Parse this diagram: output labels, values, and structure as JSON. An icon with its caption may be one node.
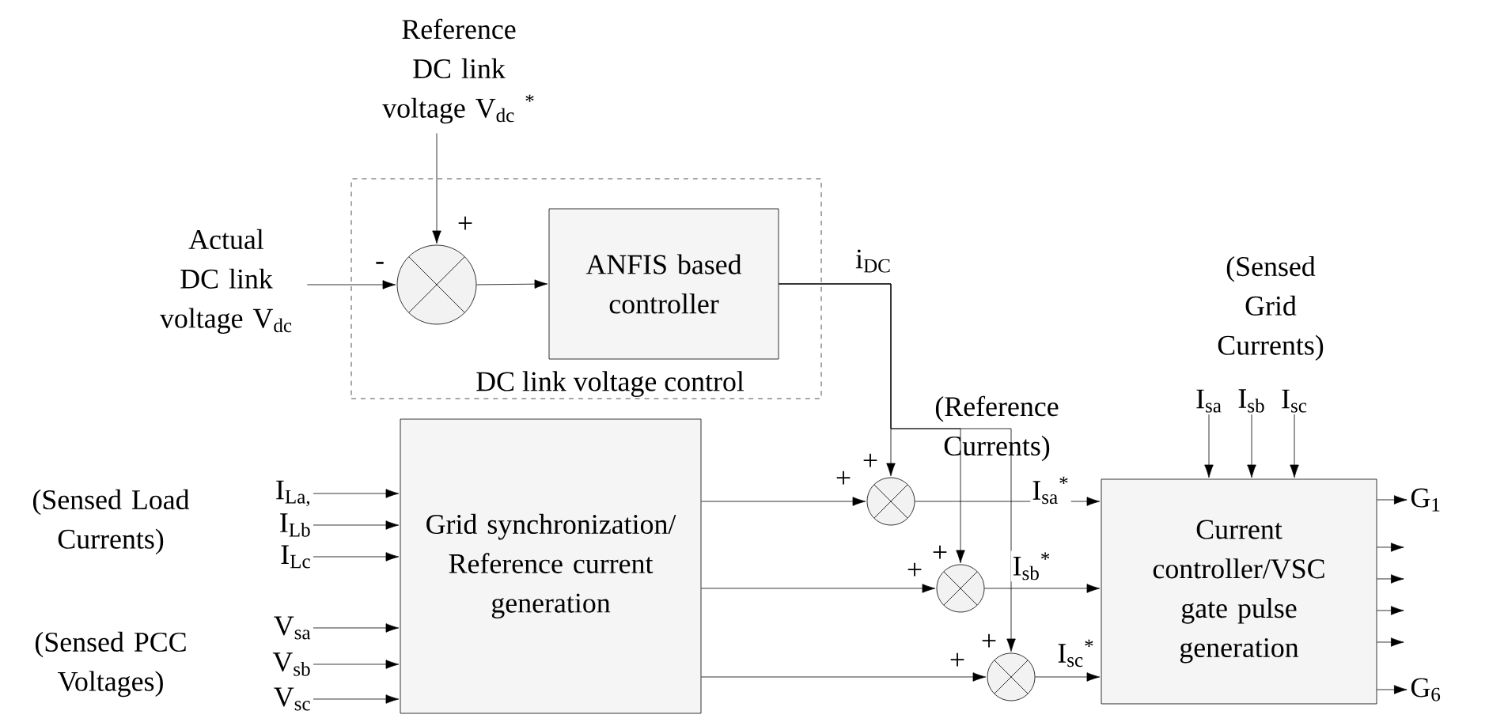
{
  "diagram": {
    "nodes": [
      {
        "text": [
          "Reference DC link voltage V$_{dc}$ $^{*}$"
        ]
      },
      {
        "text": [
          "DC link voltage control"
        ]
      },
      {
        "text": [],
        "shape": "circle",
        "in": 1
      },
      {
        "text": [
          "ANFIS based controller"
        ],
        "in": 1
      },
      {
        "text": [
          "Actual DC link voltage V$_{dc}$"
        ]
      },
      {
        "text": [
          "I$_{sa}$"
        ]
      },
      {
        "text": [
          "I$_{sb}$"
        ]
      },
      {
        "text": [
          "I$_{sc}$"
        ]
      },
      {
        "text": [
          "I$_{La,}$"
        ]
      },
      {
        "text": [
          "I$_{Lb}$"
        ]
      },
      {
        "text": [
          "I$_{Lc}$"
        ]
      },
      {
        "text": [
          "Grid synchronization/ Reference current generation"
        ]
      },
      {
        "text": [],
        "shape": "circle"
      },
      {
        "text": [],
        "shape": "circle"
      },
      {
        "text": [],
        "shape": "circle"
      },
      {
        "text": [
          "Current controller/VSC gate pulse generation"
        ]
      },
      {
        "text": [
          "V$_{sa}$"
        ]
      },
      {
        "text": [
          "V$_{sb}$"
        ]
      },
      {
        "text": [
          "V$_{sc}$"
        ]
      },
      {
        "text": [
          "G$_{1}$"
        ]
      },
      {
        "text": [
          "G$_{6}$"
        ]
      }
    ],
    "edges": [
      {
        "from": 0,
        "to": 2,
        "arrow": "to"
      },
      {
        "from": 4,
        "to": 2,
        "arrow": "to"
      },
      {
        "from": 2,
        "to": 3,
        "arrow": "to"
      },
      {
        "from": 3,
        "to": 12,
        "arrow": "to",
        "label": "i$_{DC}$"
      },
      {
        "from": 3,
        "to": 13,
        "arrow": "to"
      },
      {
        "from": 3,
        "to": 14,
        "arrow": "to"
      },
      {
        "from": 11,
        "to": 12,
        "arrow": "to"
      },
      {
        "from": 11,
        "to": 13,
        "arrow": "to"
      },
      {
        "from": 11,
        "to": 14,
        "arrow": "to"
      },
      {
        "from": 12,
        "to": 15,
        "arrow": "to",
        "label": "I$_{sa}$$^{*}$"
      },
      {
        "from": 13,
        "to": 15,
        "arrow": "to",
        "label": "I$_{sb}$$^{*}$"
      },
      {
        "from": 14,
        "to": 15,
        "arrow": "to",
        "label": "I$_{sc}$$^{*}$"
      },
      {
        "from": 8,
        "to": 11,
        "arrow": "to"
      },
      {
        "from": 9,
        "to": 11,
        "arrow": "to"
      },
      {
        "from": 10,
        "to": 11,
        "arrow": "to"
      },
      {
        "from": 16,
        "to": 11,
        "arrow": "to"
      },
      {
        "from": 17,
        "to": 11,
        "arrow": "to"
      },
      {
        "from": 18,
        "to": 11,
        "arrow": "to"
      },
      {
        "from": 5,
        "to": 15,
        "arrow": "to"
      },
      {
        "from": 6,
        "to": 15,
        "arrow": "to"
      },
      {
        "from": 7,
        "to": 15,
        "arrow": "to"
      },
      {
        "from": 15,
        "to": 19,
        "arrow": "to"
      },
      {
        "from": 15,
        "to": null,
        "arrow": "to"
      },
      {
        "from": 15,
        "to": null,
        "arrow": "to"
      },
      {
        "from": 15,
        "to": null,
        "arrow": "to"
      },
      {
        "from": 15,
        "to": null,
        "arrow": "to"
      },
      {
        "from": 15,
        "to": 20,
        "arrow": "to"
      }
    ],
    "labels": [
      "+",
      "-",
      "(Sensed Grid Currents)",
      "(Reference Currents)",
      "+",
      "+",
      "(Sensed Load Currents)",
      "+",
      "+",
      "+",
      "+",
      "(Sensed PCC Voltages)"
    ]
  }
}
